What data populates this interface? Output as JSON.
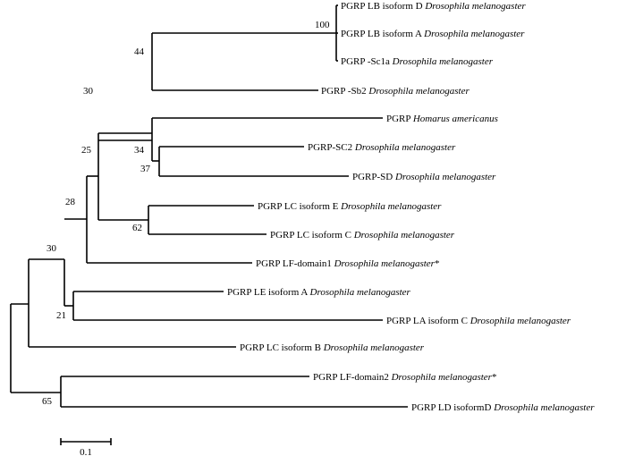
{
  "taxa": [
    {
      "id": "lbd",
      "gene": "PGRP LB isoform D",
      "species": "Drosophila melanogaster",
      "suffix": ""
    },
    {
      "id": "lba",
      "gene": "PGRP LB isoform A",
      "species": "Drosophila melanogaster",
      "suffix": ""
    },
    {
      "id": "sc1a",
      "gene": "PGRP -Sc1a",
      "species": "Drosophila melanogaster",
      "suffix": ""
    },
    {
      "id": "sb2",
      "gene": "PGRP -Sb2",
      "species": "Drosophila melanogaster",
      "suffix": ""
    },
    {
      "id": "hom",
      "gene": "PGRP",
      "species": "Homarus americanus",
      "suffix": ""
    },
    {
      "id": "sc2",
      "gene": "PGRP-SC2",
      "species": "Drosophila melanogaster",
      "suffix": ""
    },
    {
      "id": "sd",
      "gene": "PGRP-SD",
      "species": "Drosophila melanogaster",
      "suffix": ""
    },
    {
      "id": "lce",
      "gene": "PGRP LC isoform E",
      "species": "Drosophila melanogaster",
      "suffix": ""
    },
    {
      "id": "lcc",
      "gene": "PGRP LC isoform C",
      "species": "Drosophila melanogaster",
      "suffix": ""
    },
    {
      "id": "lf1",
      "gene": "PGRP LF-domain1",
      "species": "Drosophila melanogaster",
      "suffix": "*"
    },
    {
      "id": "lea",
      "gene": "PGRP LE isoform A",
      "species": "Drosophila melanogaster",
      "suffix": ""
    },
    {
      "id": "lac",
      "gene": "PGRP LA isoform C",
      "species": "Drosophila melanogaster",
      "suffix": ""
    },
    {
      "id": "lcb",
      "gene": "PGRP LC isoform B",
      "species": "Drosophila melanogaster",
      "suffix": ""
    },
    {
      "id": "lf2",
      "gene": "PGRP LF-domain2",
      "species": "Drosophila melanogaster",
      "suffix": "*"
    },
    {
      "id": "ldd",
      "gene": "PGRP LD isoformD",
      "species": "Drosophila melanogaster",
      "suffix": ""
    }
  ],
  "bootstrap": [
    "100",
    "44",
    "30",
    "34",
    "37",
    "25",
    "62",
    "28",
    "30",
    "21",
    "65"
  ],
  "scale_bar": {
    "label": "0.1",
    "value": 0.1
  }
}
